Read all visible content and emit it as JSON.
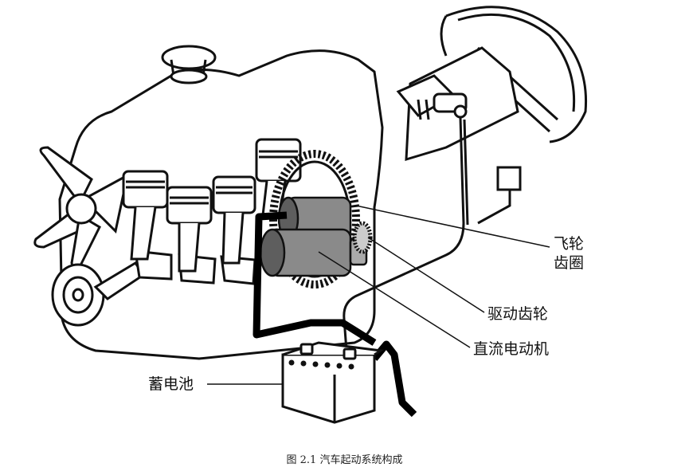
{
  "labels": {
    "flywheel_line1": "飞轮",
    "flywheel_line2": "齿圈",
    "drive_gear": "驱动齿轮",
    "dc_motor": "直流电动机",
    "battery": "蓄电池"
  },
  "caption": "图 2.1  汽车起动系统构成",
  "colors": {
    "line": "#111111",
    "motor": "#8a8a8a",
    "motor_dark": "#5e5e5e",
    "cable": "#000000"
  }
}
